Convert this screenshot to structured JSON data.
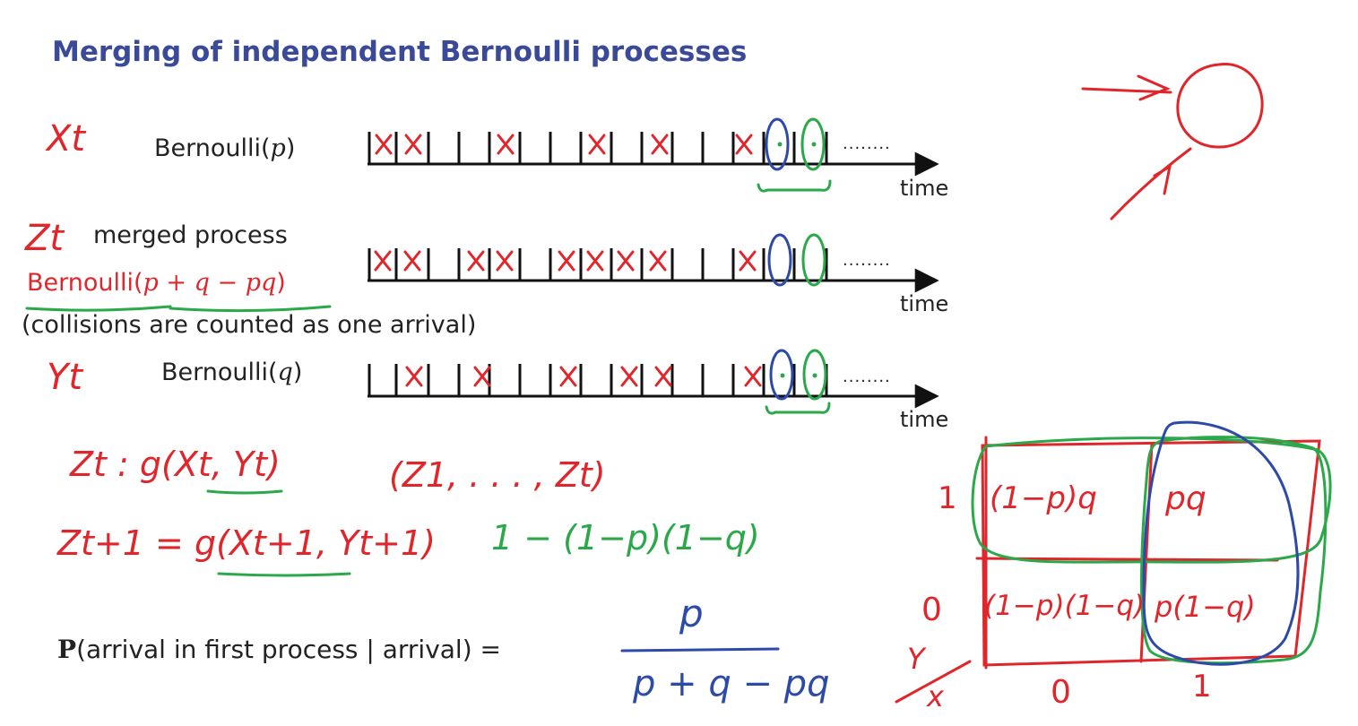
{
  "title": "Merging of independent Bernoulli processes",
  "rows": [
    {
      "label": "Bernoulli(",
      "param": "p",
      "close": ")"
    },
    {
      "label": "merged process"
    },
    {
      "label": "Bernoulli(",
      "param": "p + q − pq",
      "close": ")"
    },
    {
      "label": "Bernoulli(",
      "param": "q",
      "close": ")"
    }
  ],
  "collisions_note": "(collisions are counted as one arrival)",
  "axis": {
    "label": "time",
    "dots": "........"
  },
  "formula": {
    "P": "P",
    "text": "(arrival in first process | arrival) ="
  },
  "handwriting": {
    "var_x": "Xt",
    "var_z": "Zt",
    "var_y": "Yt",
    "eq1": "Zt : g(Xt, Yt)",
    "eq2": "(Z1, . . . , Zt)",
    "eq3": "Zt+1 = g(Xt+1, Yt+1)",
    "eq4": "1 − (1−p)(1−q)",
    "fraction_num": "p",
    "fraction_den": "p + q − pq",
    "table": {
      "row_labels": [
        "1",
        "0"
      ],
      "col_labels": [
        "0",
        "1"
      ],
      "axis_y": "Y",
      "axis_x": "x",
      "cells": [
        "(1−p)q",
        "pq",
        "(1−p)(1−q)",
        "p(1−q)"
      ]
    }
  },
  "colors": {
    "title": "#3b4a98",
    "ink_red": "#e0262b",
    "ink_green": "#2aa84a",
    "ink_blue": "#2e4aa8"
  }
}
